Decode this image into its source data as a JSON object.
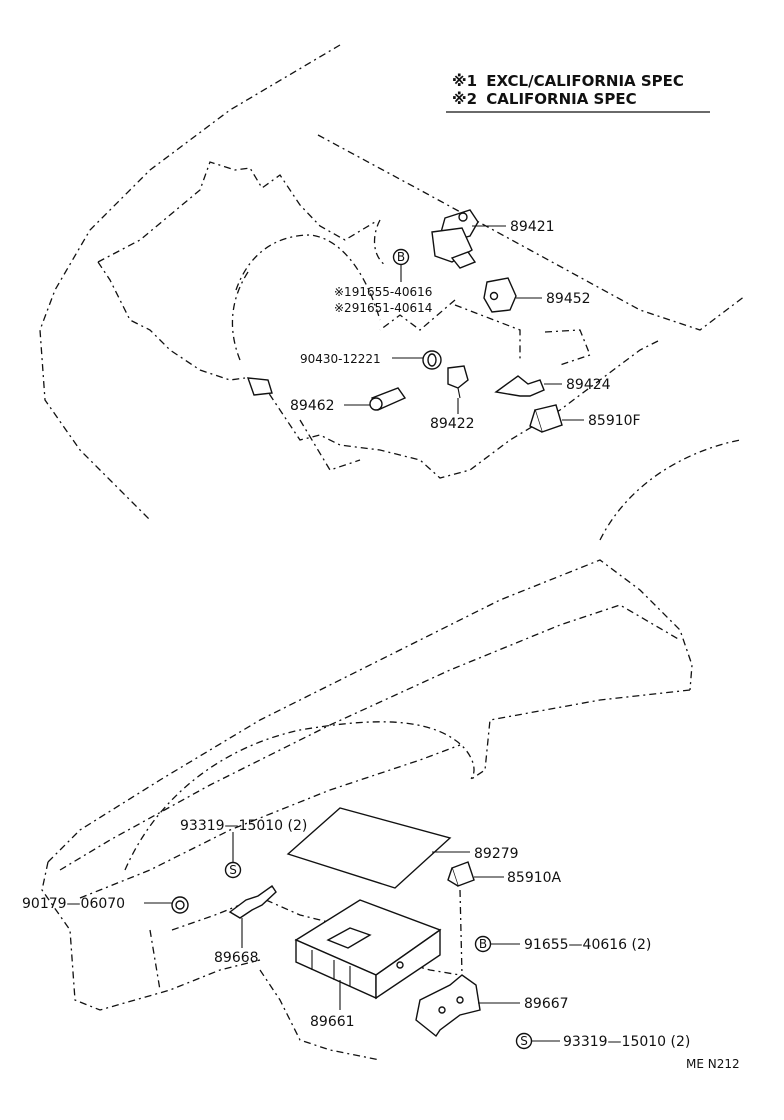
{
  "legend": {
    "items": [
      {
        "mark": "※1",
        "text": "EXCL/CALIFORNIA SPEC"
      },
      {
        "mark": "※2",
        "text": "CALIFORNIA SPEC"
      }
    ]
  },
  "symbols": {
    "bolt": "B",
    "screw": "S"
  },
  "callouts": {
    "p89421": "89421",
    "p89452": "89452",
    "p91655_a": "※191655-40616",
    "p91651": "※291651-40614",
    "p90430": "90430-12221",
    "p89424": "89424",
    "p89462": "89462",
    "p89422": "89422",
    "p85910F": "85910F",
    "p93319_top": "93319—15010 (2)",
    "p89279": "89279",
    "p85910A": "85910A",
    "p90179": "90179—06070",
    "p91655_b": "91655—40616 (2)",
    "p89668": "89668",
    "p89667": "89667",
    "p89661": "89661",
    "p93319_bot": "93319—15010 (2)"
  },
  "footer": {
    "code": "ME  N212"
  }
}
